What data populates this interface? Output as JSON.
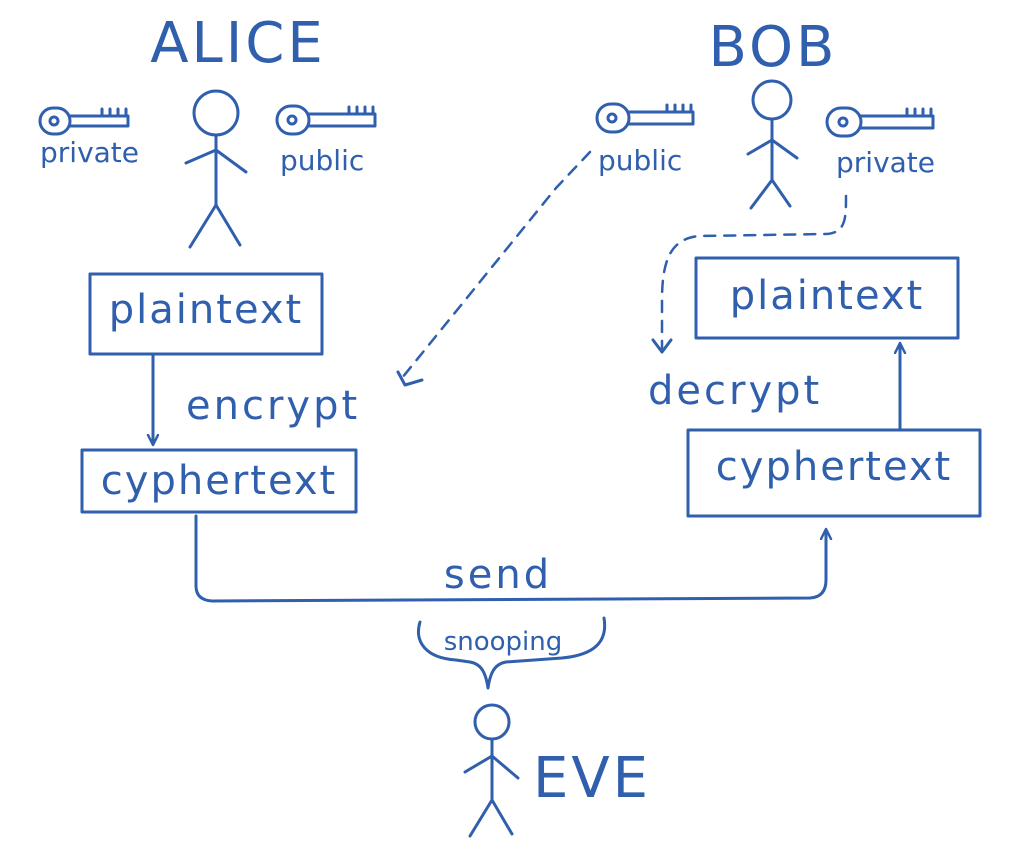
{
  "colors": {
    "ink": "#2f5fad"
  },
  "actors": {
    "alice": {
      "name": "ALICE",
      "private_key_label": "private",
      "public_key_label": "public"
    },
    "bob": {
      "name": "BOB",
      "private_key_label": "private",
      "public_key_label": "public"
    },
    "eve": {
      "name": "EVE"
    }
  },
  "alice_flow": {
    "plaintext": "plaintext",
    "action": "encrypt",
    "ciphertext": "cyphertext"
  },
  "bob_flow": {
    "plaintext": "plaintext",
    "action": "decrypt",
    "ciphertext": "cyphertext"
  },
  "channel": {
    "send_label": "send",
    "snooping_label": "snooping"
  },
  "icons": [
    "key-icon",
    "stick-figure-icon"
  ]
}
